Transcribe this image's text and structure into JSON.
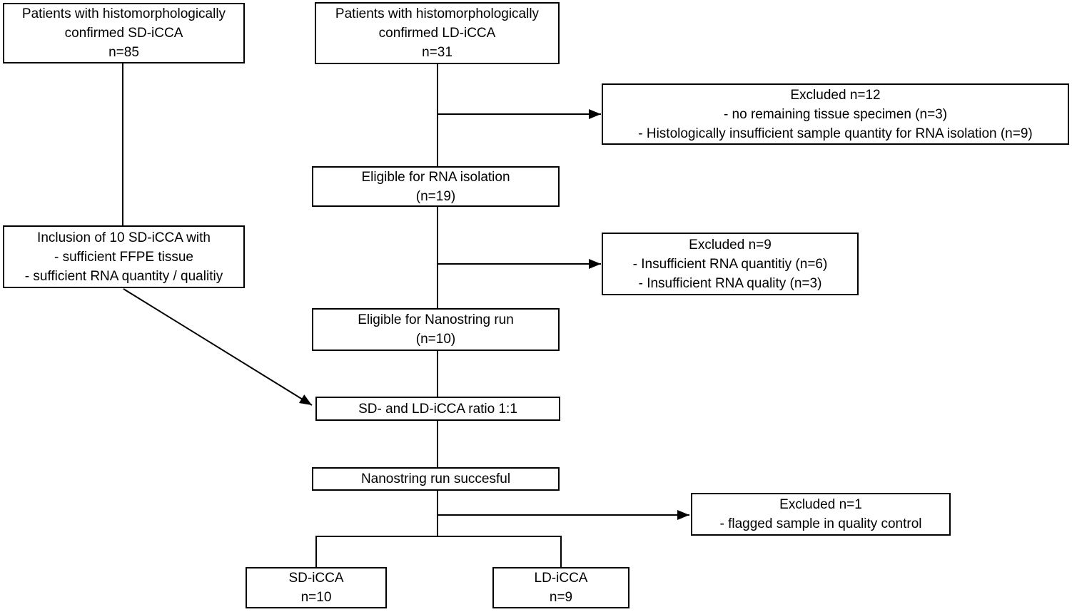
{
  "diagram": {
    "colors": {
      "box_border": "#000000",
      "text": "#000000",
      "connector": "#000000",
      "background": "#ffffff"
    },
    "boxes": {
      "sd_patients": {
        "lines": [
          "Patients with histomorphologically",
          "confirmed SD-iCCA",
          "n=85"
        ]
      },
      "ld_patients": {
        "lines": [
          "Patients with histomorphologically",
          "confirmed LD-iCCA",
          "n=31"
        ]
      },
      "excluded_12": {
        "lines": [
          "Excluded n=12",
          "- no remaining tissue specimen (n=3)",
          "- Histologically insufficient sample quantity for RNA isolation (n=9)"
        ]
      },
      "eligible_rna": {
        "lines": [
          "Eligible for RNA isolation",
          "(n=19)"
        ]
      },
      "inclusion": {
        "lines": [
          "Inclusion of 10 SD-iCCA with",
          "- sufficient FFPE tissue",
          "- sufficient RNA quantity / qualitiy"
        ]
      },
      "excluded_9": {
        "lines": [
          "Excluded n=9",
          "- Insufficient RNA quantitiy (n=6)",
          "- Insufficient RNA quality (n=3)"
        ]
      },
      "eligible_nano": {
        "lines": [
          "Eligible for Nanostring run",
          "(n=10)"
        ]
      },
      "ratio": {
        "lines": [
          "SD- and LD-iCCA ratio 1:1"
        ]
      },
      "nano_success": {
        "lines": [
          "Nanostring run succesful"
        ]
      },
      "excluded_1": {
        "lines": [
          "Excluded n=1",
          "- flagged sample in quality control"
        ]
      },
      "sd_final": {
        "lines": [
          "SD-iCCA",
          "n=10"
        ]
      },
      "ld_final": {
        "lines": [
          "LD-iCCA",
          "n=9"
        ]
      }
    }
  }
}
